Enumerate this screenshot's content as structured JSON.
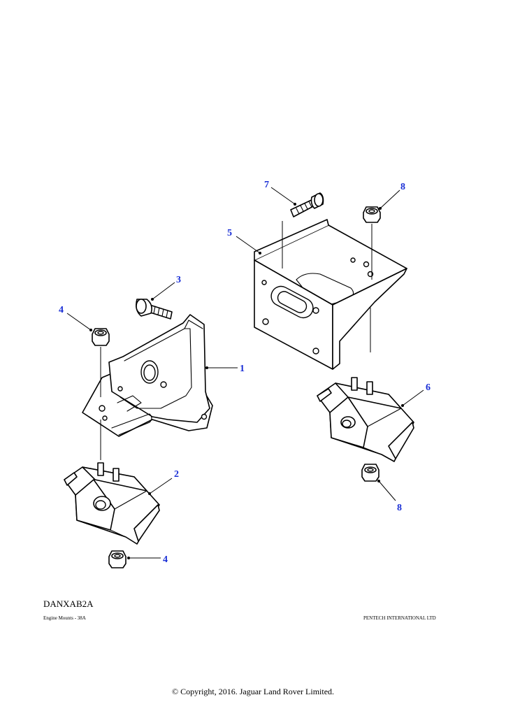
{
  "diagram": {
    "reference_code": "DANXAB2A",
    "section_caption": "Engine Mounts - 38A",
    "publisher_caption": "PENTECH INTERNATIONAL LTD",
    "copyright": "© Copyright, 2016. Jaguar Land Rover Limited.",
    "accent_color": "#1a2fd6",
    "callouts": [
      {
        "id": "callout-1",
        "label": "1",
        "part": "left-mounting-bracket"
      },
      {
        "id": "callout-2",
        "label": "2",
        "part": "left-rubber-mount"
      },
      {
        "id": "callout-3",
        "label": "3",
        "part": "bracket-bolt"
      },
      {
        "id": "callout-4a",
        "label": "4",
        "part": "upper-left-nut"
      },
      {
        "id": "callout-4b",
        "label": "4",
        "part": "lower-left-nut"
      },
      {
        "id": "callout-5",
        "label": "5",
        "part": "right-mounting-bracket"
      },
      {
        "id": "callout-6",
        "label": "6",
        "part": "right-rubber-mount"
      },
      {
        "id": "callout-7",
        "label": "7",
        "part": "right-bracket-bolt"
      },
      {
        "id": "callout-8a",
        "label": "8",
        "part": "upper-right-nut"
      },
      {
        "id": "callout-8b",
        "label": "8",
        "part": "lower-right-nut"
      }
    ]
  }
}
